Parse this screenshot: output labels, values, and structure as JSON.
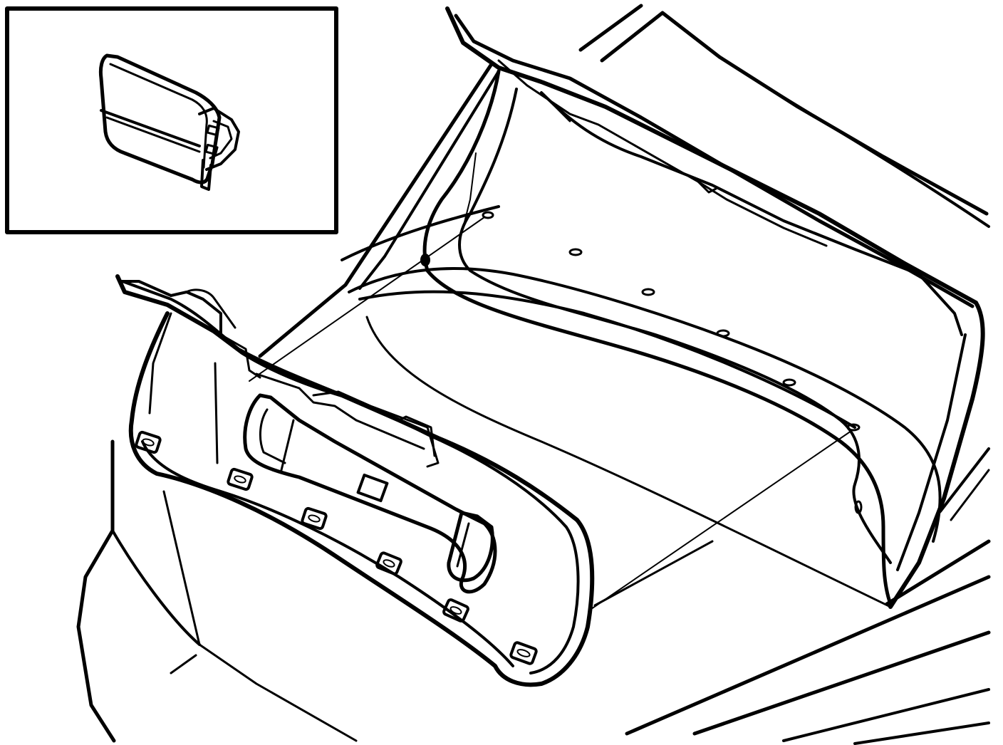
{
  "diagram": {
    "type": "line-art",
    "ink_color": "#000000",
    "paper_color": "#ffffff",
    "parts": [
      {
        "key": "detail-inset",
        "icon": "inset-frame"
      },
      {
        "key": "clip-detail",
        "icon": "fastener-clip"
      },
      {
        "key": "trunk-lid",
        "icon": "car-trunk-lid"
      },
      {
        "key": "lid-trim-panel",
        "icon": "trim-panel"
      },
      {
        "key": "panel-handle",
        "icon": "grab-handle"
      },
      {
        "key": "mounting-clips",
        "icon": "fastener-clip",
        "count": 6
      },
      {
        "key": "lid-clip-holes",
        "icon": "slot",
        "count": 6
      },
      {
        "key": "leader-lines",
        "icon": "leader-line",
        "count": 2
      },
      {
        "key": "car-body",
        "icon": "car-body-outline"
      }
    ]
  }
}
